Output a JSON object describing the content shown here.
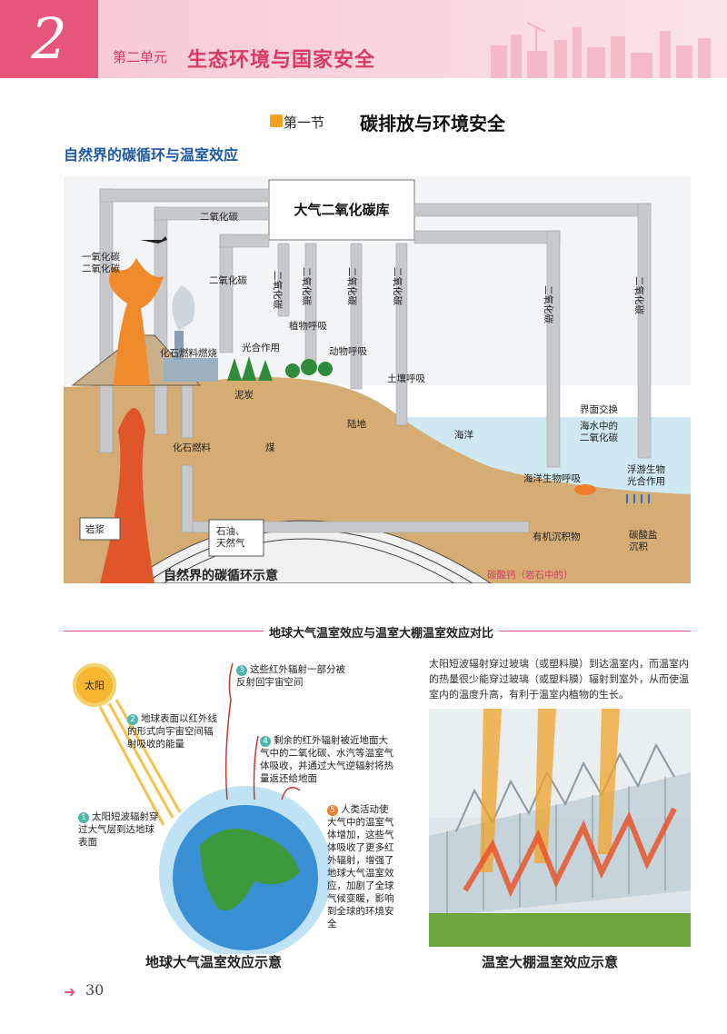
{
  "header": {
    "unit_number": "2",
    "unit_label": "第二单元",
    "unit_title": "生态环境与国家安全"
  },
  "section": {
    "label": "第一节",
    "title": "碳排放与环境安全"
  },
  "subsection_title": "自然界的碳循环与温室效应",
  "carbon_cycle": {
    "reservoir": "大气二氧化碳库",
    "labels": {
      "co2_top": "二氧化碳",
      "co_co2": "一氧化碳\n二氧化碳",
      "co2_left": "二氧化碳",
      "co2_v1": "二氧化碳",
      "co2_v2": "二氧化碳",
      "co2_v3": "二氧化碳",
      "co2_v4": "二氧化碳",
      "co2_ocean1": "二氧化碳",
      "co2_ocean2": "二氧化碳",
      "plant_resp": "植物呼吸",
      "photosynthesis": "光合作用",
      "animal_resp": "动物呼吸",
      "soil_resp": "土壤呼吸",
      "fossil_burn": "化石燃料燃烧",
      "peat": "泥炭",
      "land": "陆地",
      "coal": "煤",
      "fossil_fuel": "化石燃料",
      "magma": "岩浆",
      "oil_gas": "石油、\n天然气",
      "organic_sed": "有机沉积物",
      "carbonate_sed": "碳酸盐\n沉积",
      "ocean": "海洋",
      "interface": "界面交换",
      "ocean_co2": "海水中的\n二氧化碳",
      "marine_resp": "海洋生物呼吸",
      "plankton": "浮游生物\n光合作用",
      "carbonate_rock": "碳酸钙（岩石中的）"
    },
    "caption": "自然界的碳循环示意"
  },
  "comparison_banner": "地球大气温室效应与温室大棚温室效应对比",
  "earth": {
    "sun": "太阳",
    "steps": [
      {
        "n": "1",
        "text": "太阳短波辐射穿过大气层到达地球表面"
      },
      {
        "n": "2",
        "text": "地球表面以红外线的形式向宇宙空间辐射吸收的能量"
      },
      {
        "n": "3",
        "text": "这些红外辐射一部分被反射回宇宙空间"
      },
      {
        "n": "4",
        "text": "剩余的红外辐射被近地面大气中的二氧化碳、水汽等温室气体吸收，并通过大气逆辐射将热量返还给地面"
      },
      {
        "n": "5",
        "text": "人类活动使大气中的温室气体增加，这些气体吸收了更多红外辐射，增强了地球大气温室效应，加剧了全球气候变暖，影响到全球的环境安全"
      }
    ],
    "caption": "地球大气温室效应示意"
  },
  "greenhouse": {
    "text": "太阳短波辐射穿过玻璃（或塑料膜）到达温室内，而温室内的热量很少能穿过玻璃（或塑料膜）辐射到室外，从而使温室内的温度升高，有利于温室内植物的生长。",
    "caption": "温室大棚温室效应示意"
  },
  "page_number": "30"
}
